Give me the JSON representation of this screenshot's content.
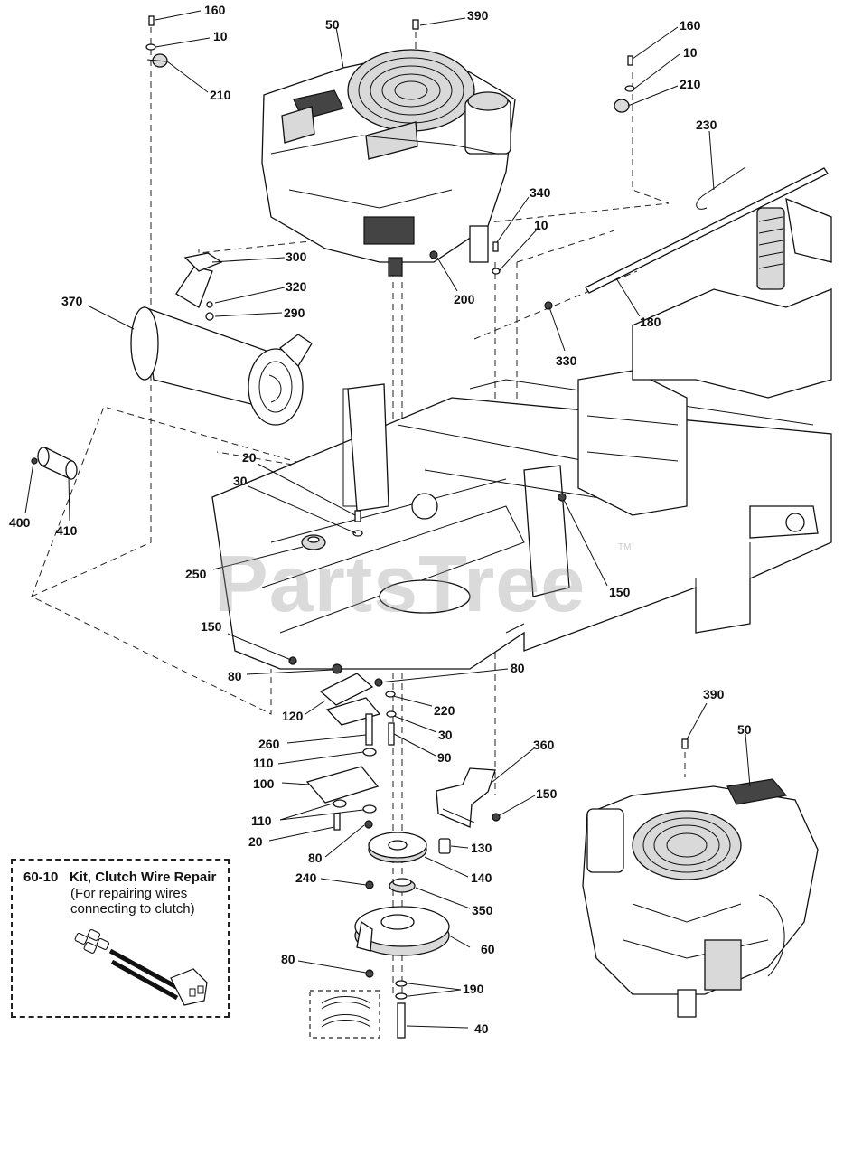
{
  "watermark": "PartsTree",
  "watermark_tm": "TM",
  "kit": {
    "number": "60-10",
    "title": "Kit, Clutch Wire Repair",
    "note_line1": "(For repairing wires",
    "note_line2": "connecting to clutch)"
  },
  "callouts": {
    "c160a": "160",
    "c10a": "10",
    "c210a": "210",
    "c50a": "50",
    "c390a": "390",
    "c160b": "160",
    "c10b": "10",
    "c210b": "210",
    "c230": "230",
    "c340": "340",
    "c10c": "10",
    "c200": "200",
    "c300": "300",
    "c320": "320",
    "c290": "290",
    "c370": "370",
    "c180": "180",
    "c330": "330",
    "c400": "400",
    "c410": "410",
    "c20a": "20",
    "c30a": "30",
    "c250": "250",
    "c150a": "150",
    "c150b": "150",
    "c80a": "80",
    "c80b": "80",
    "c120": "120",
    "c220": "220",
    "c30b": "30",
    "c90": "90",
    "c260": "260",
    "c110a": "110",
    "c100": "100",
    "c110b": "110",
    "c20b": "20",
    "c360": "360",
    "c150c": "150",
    "c80c": "80",
    "c130": "130",
    "c240": "240",
    "c140": "140",
    "c350": "350",
    "c60": "60",
    "c80d": "80",
    "c190": "190",
    "c40": "40",
    "c390b": "390",
    "c50b": "50"
  }
}
